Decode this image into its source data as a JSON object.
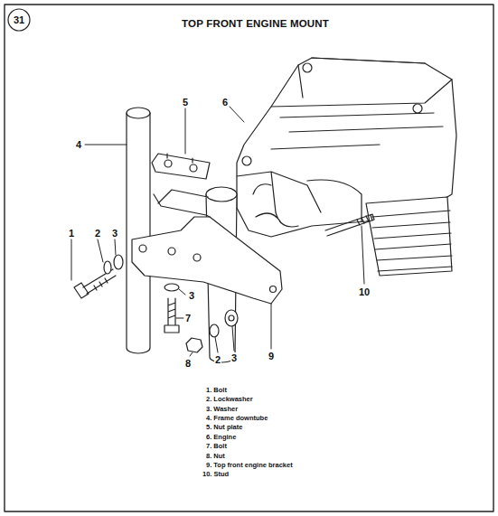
{
  "diagram": {
    "title": "TOP FRONT ENGINE MOUNT",
    "labels": [
      "31",
      "5",
      "6",
      "4",
      "1",
      "2",
      "3",
      "3",
      "7",
      "8",
      "2",
      "3",
      "9",
      "10",
      "1. Bolt",
      "2. Lockwasher",
      "3. Washer",
      "4. Frame downtube",
      "5. Nut plate",
      "6. Engine",
      "7. Bolt",
      "8. Nut",
      "9. Top front engine bracket",
      "10. Stud"
    ]
  }
}
